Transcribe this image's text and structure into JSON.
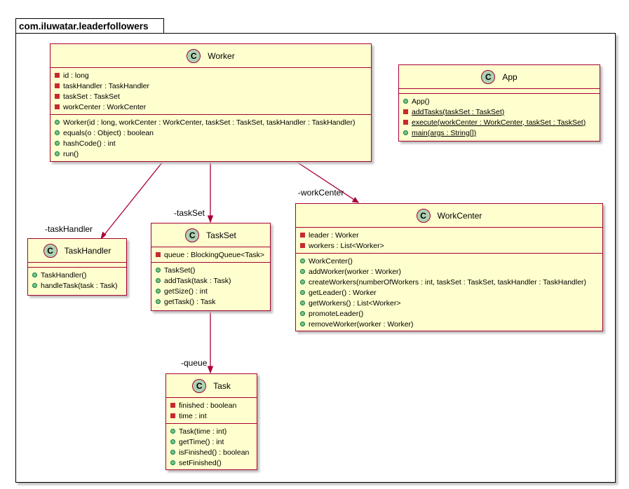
{
  "package": {
    "name": "com.iluwatar.leaderfollowers"
  },
  "colors": {
    "class_fill": "#fefece",
    "class_border": "#a80036",
    "badge_fill": "#add1b2",
    "private_marker": "#c82930",
    "public_marker": "#84be84"
  },
  "classes": {
    "worker": {
      "badge": "C",
      "name": "Worker",
      "fields": [
        "id : long",
        "taskHandler : TaskHandler",
        "taskSet : TaskSet",
        "workCenter : WorkCenter"
      ],
      "methods": [
        "Worker(id : long, workCenter : WorkCenter, taskSet : TaskSet, taskHandler : TaskHandler)",
        "equals(o : Object) : boolean",
        "hashCode() : int",
        "run()"
      ]
    },
    "app": {
      "badge": "C",
      "name": "App",
      "methods": [
        "App()",
        "addTasks(taskSet : TaskSet)",
        "execute(workCenter : WorkCenter, taskSet : TaskSet)",
        "main(args : String[])"
      ]
    },
    "task_handler": {
      "badge": "C",
      "name": "TaskHandler",
      "methods": [
        "TaskHandler()",
        "handleTask(task : Task)"
      ]
    },
    "task_set": {
      "badge": "C",
      "name": "TaskSet",
      "fields": [
        "queue : BlockingQueue<Task>"
      ],
      "methods": [
        "TaskSet()",
        "addTask(task : Task)",
        "getSize() : int",
        "getTask() : Task"
      ]
    },
    "work_center": {
      "badge": "C",
      "name": "WorkCenter",
      "fields": [
        "leader : Worker",
        "workers : List<Worker>"
      ],
      "methods": [
        "WorkCenter()",
        "addWorker(worker : Worker)",
        "createWorkers(numberOfWorkers : int, taskSet : TaskSet, taskHandler : TaskHandler)",
        "getLeader() : Worker",
        "getWorkers() : List<Worker>",
        "promoteLeader()",
        "removeWorker(worker : Worker)"
      ]
    },
    "task": {
      "badge": "C",
      "name": "Task",
      "fields": [
        "finished : boolean",
        "time : int"
      ],
      "methods": [
        "Task(time : int)",
        "getTime() : int",
        "isFinished() : boolean",
        "setFinished()"
      ]
    }
  },
  "relations": [
    {
      "label": "-taskHandler"
    },
    {
      "label": "-taskSet"
    },
    {
      "label": "-workCenter"
    },
    {
      "label": "-queue"
    }
  ]
}
